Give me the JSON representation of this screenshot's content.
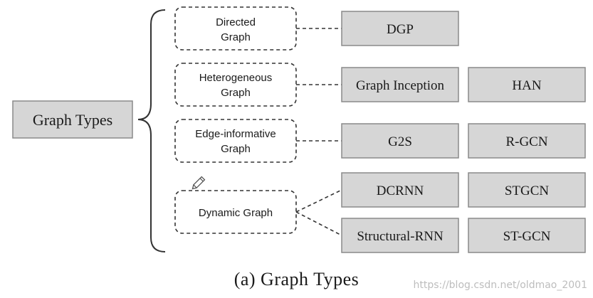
{
  "root": {
    "label": "Graph Types"
  },
  "graph_types": [
    {
      "label_lines": [
        "Directed",
        "Graph"
      ],
      "models": [
        "DGP"
      ]
    },
    {
      "label_lines": [
        "Heterogeneous",
        "Graph"
      ],
      "models": [
        "Graph Inception",
        "HAN"
      ]
    },
    {
      "label_lines": [
        "Edge-informative",
        "Graph"
      ],
      "models": [
        "G2S",
        "R-GCN"
      ]
    },
    {
      "label_lines": [
        "Dynamic Graph"
      ],
      "models": [
        "DCRNN",
        "STGCN",
        "Structural-RNN",
        "ST-GCN"
      ]
    }
  ],
  "caption": "(a) Graph Types",
  "watermark": "https://blog.csdn.net/oldmao_2001",
  "icons": {
    "annotation": "pencil-icon"
  },
  "colors": {
    "model_box_fill": "#d6d6d6",
    "model_box_border": "#8a8a8a",
    "line": "#333333"
  }
}
